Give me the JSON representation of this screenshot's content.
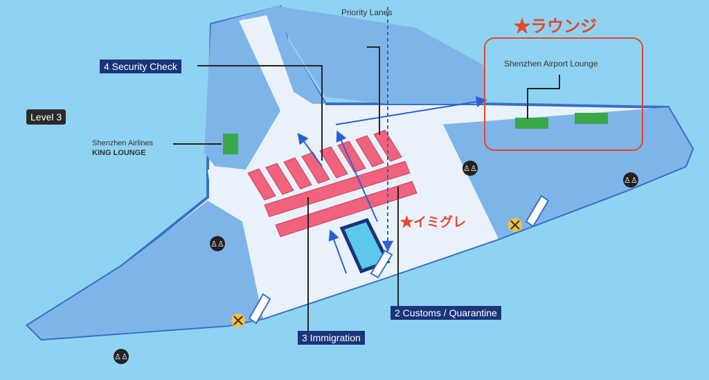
{
  "map": {
    "level_label": "Level 3",
    "security_check_label": "4 Security Check",
    "immigration_label": "3 Immigration",
    "customs_label": "2 Customs / Quarantine",
    "priority_lanes_label": "Priority Lanes",
    "airport_lounge_label": "Shenzhen Airport Lounge",
    "airlines_lounge_line1": "Shenzhen Airlines",
    "airlines_lounge_line2": "KING LOUNGE",
    "lounge_callout": "★ラウンジ",
    "immigration_callout": "★イミグレ",
    "icons": [
      "restroom-icon",
      "escalator-icon",
      "no-entry-icon",
      "arrow-icon"
    ],
    "colors": {
      "sea": "#8fd3f2",
      "concourse": "#e9f2fa",
      "pier": "#7fb4e8",
      "counter": "#f0627d",
      "lounge": "#3aa84a",
      "label_bg": "#1a3478",
      "accent_red": "#e8452b",
      "arrow": "#2b5fd9"
    }
  }
}
